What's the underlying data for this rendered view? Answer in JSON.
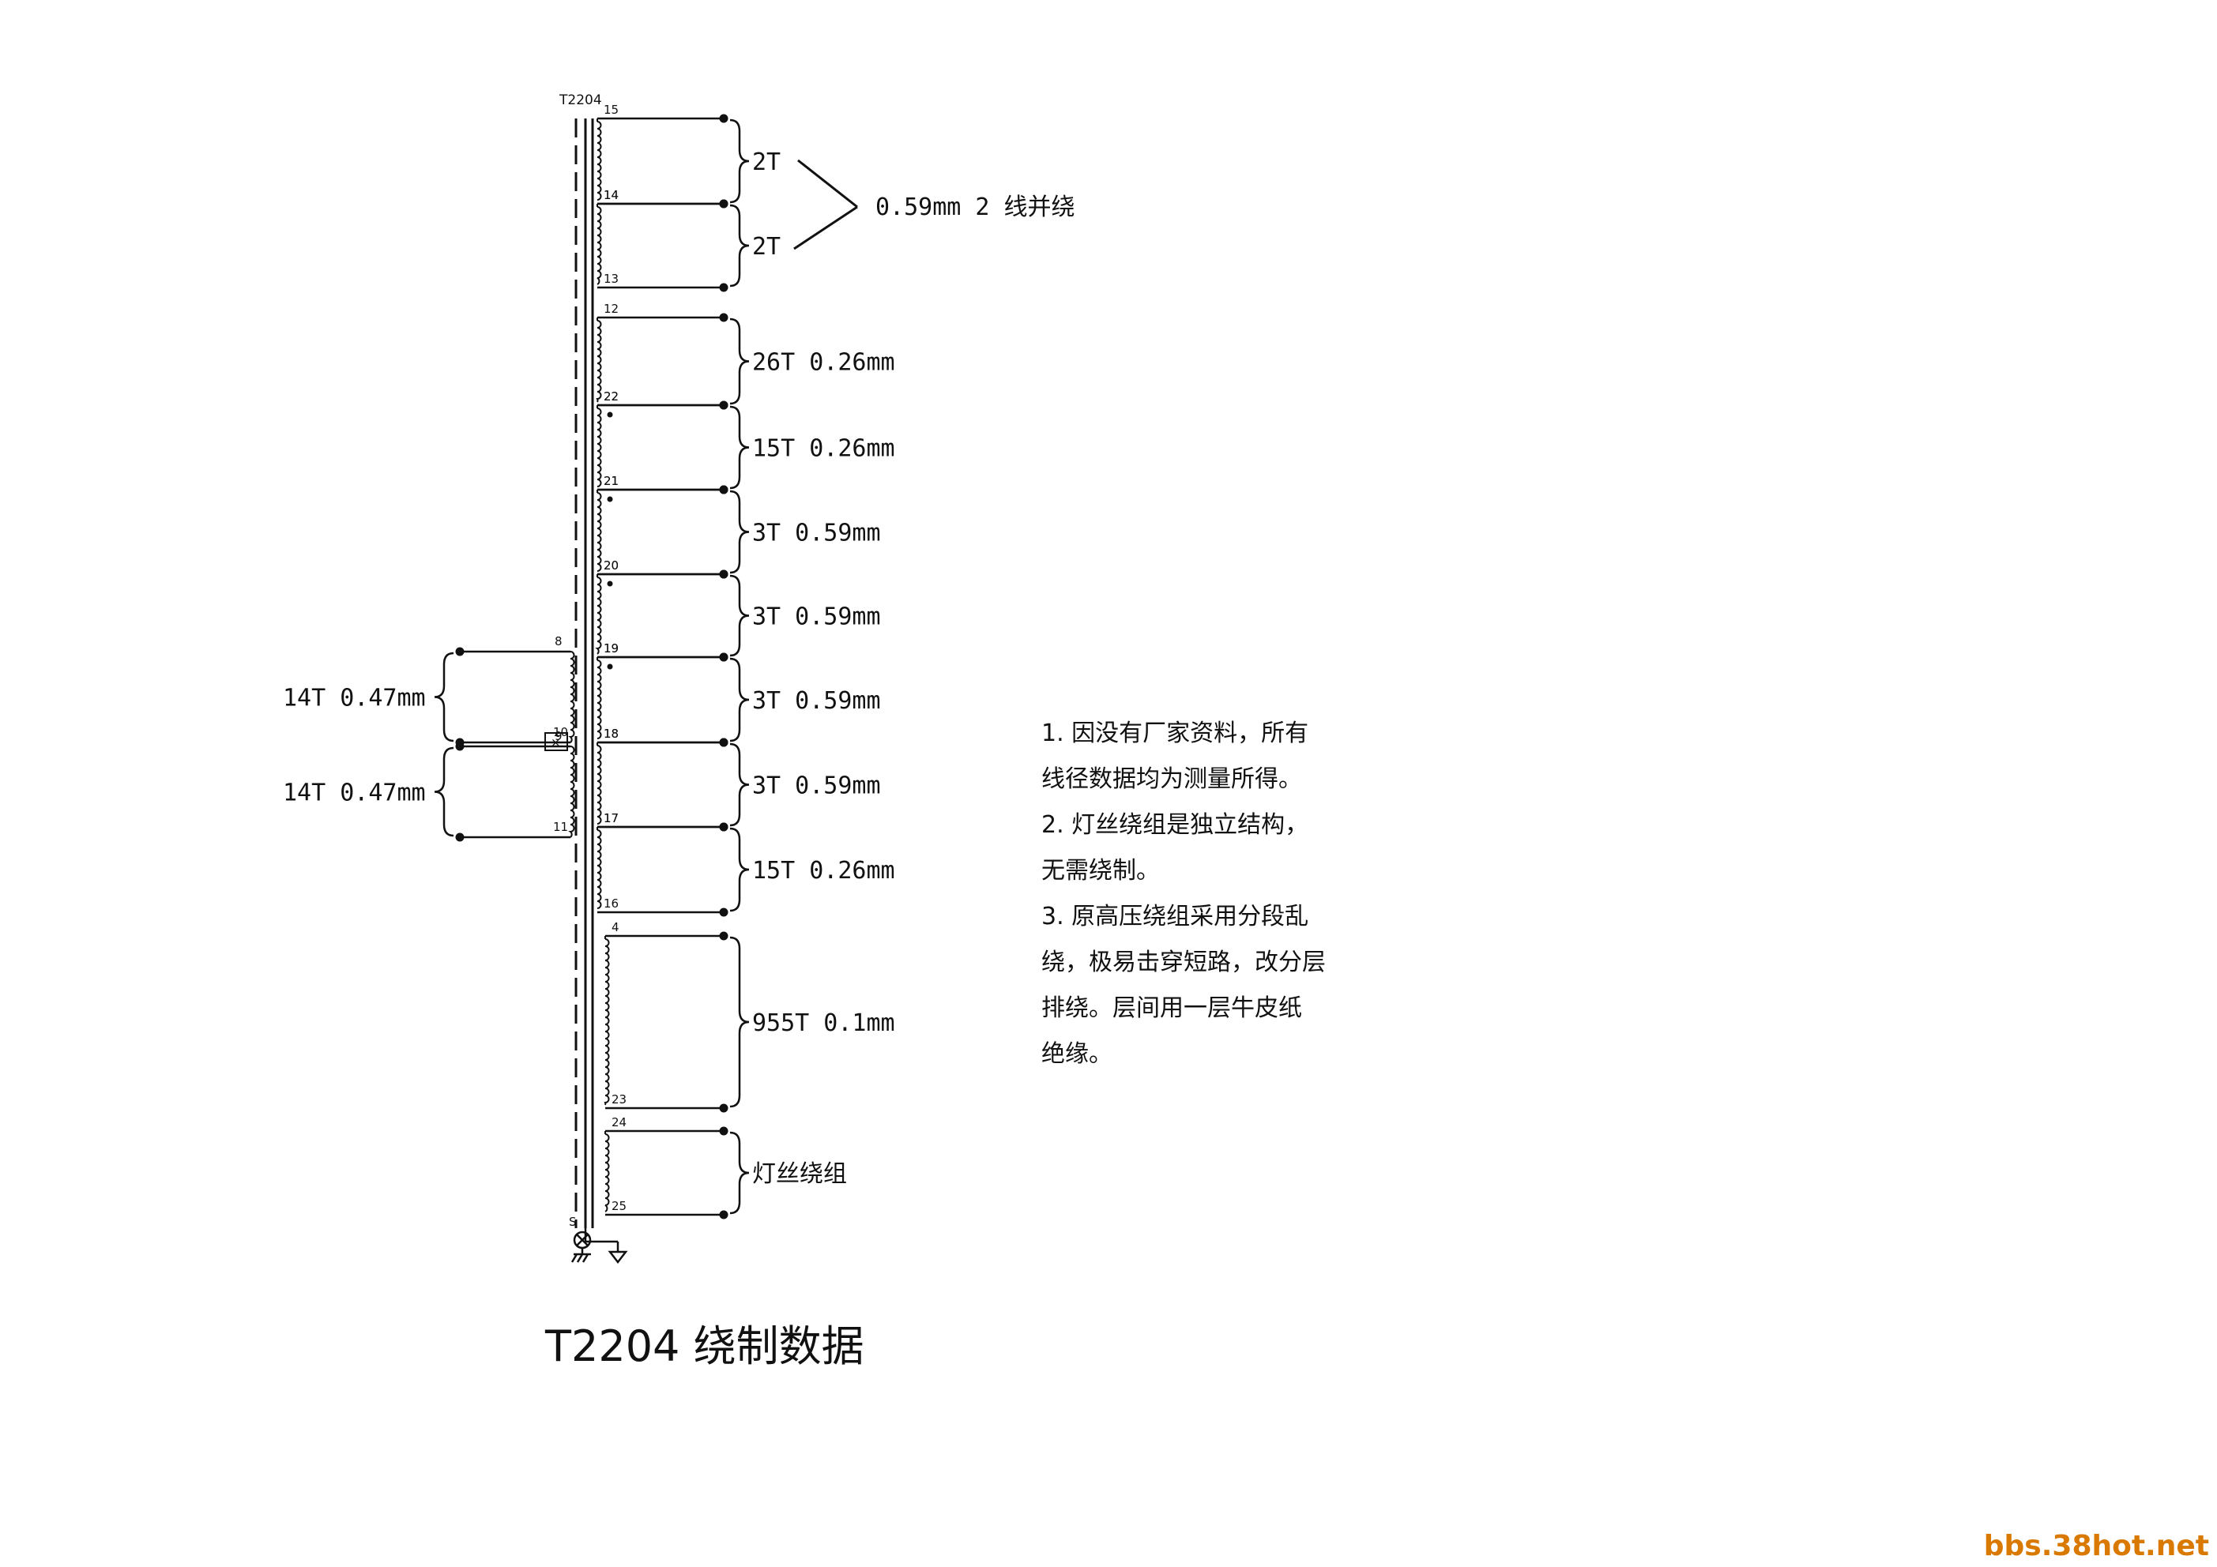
{
  "transformer": {
    "label": "T2204",
    "core_pin": "S"
  },
  "primary_windings": [
    {
      "top_pin": "15",
      "bottom_pin": "14",
      "spec": "2T"
    },
    {
      "top_pin": "14",
      "bottom_pin": "13",
      "spec": "2T"
    },
    {
      "top_pin": "12",
      "bottom_pin": "22",
      "spec": "26T 0.26mm"
    },
    {
      "top_pin": "22",
      "bottom_pin": "21",
      "spec": "15T 0.26mm"
    },
    {
      "top_pin": "21",
      "bottom_pin": "20",
      "spec": "3T 0.59mm"
    },
    {
      "top_pin": "20",
      "bottom_pin": "19",
      "spec": "3T 0.59mm"
    },
    {
      "top_pin": "19",
      "bottom_pin": "18",
      "spec": "3T 0.59mm"
    },
    {
      "top_pin": "18",
      "bottom_pin": "17",
      "spec": "3T 0.59mm"
    },
    {
      "top_pin": "17",
      "bottom_pin": "16",
      "spec": "15T 0.26mm"
    },
    {
      "top_pin": "4",
      "bottom_pin": "23",
      "spec": "955T 0.1mm"
    },
    {
      "top_pin": "24",
      "bottom_pin": "25",
      "spec": "灯丝绕组"
    }
  ],
  "parallel_note": "0.59mm 2 线并绕",
  "left_windings": [
    {
      "top_pin": "8",
      "bottom_pin": "10",
      "spec": "14T 0.47mm"
    },
    {
      "top_pin": "9",
      "bottom_pin": "11",
      "spec": "14T 0.47mm"
    }
  ],
  "notes": [
    "1. 因没有厂家资料，所有",
    "线径数据均为测量所得。",
    "2. 灯丝绕组是独立结构，",
    "无需绕制。",
    "3. 原高压绕组采用分段乱",
    "绕，极易击穿短路，改分层",
    "排绕。层间用一层牛皮纸",
    "绝缘。"
  ],
  "caption": "T2204 绕制数据",
  "watermark": "bbs.38hot.net"
}
